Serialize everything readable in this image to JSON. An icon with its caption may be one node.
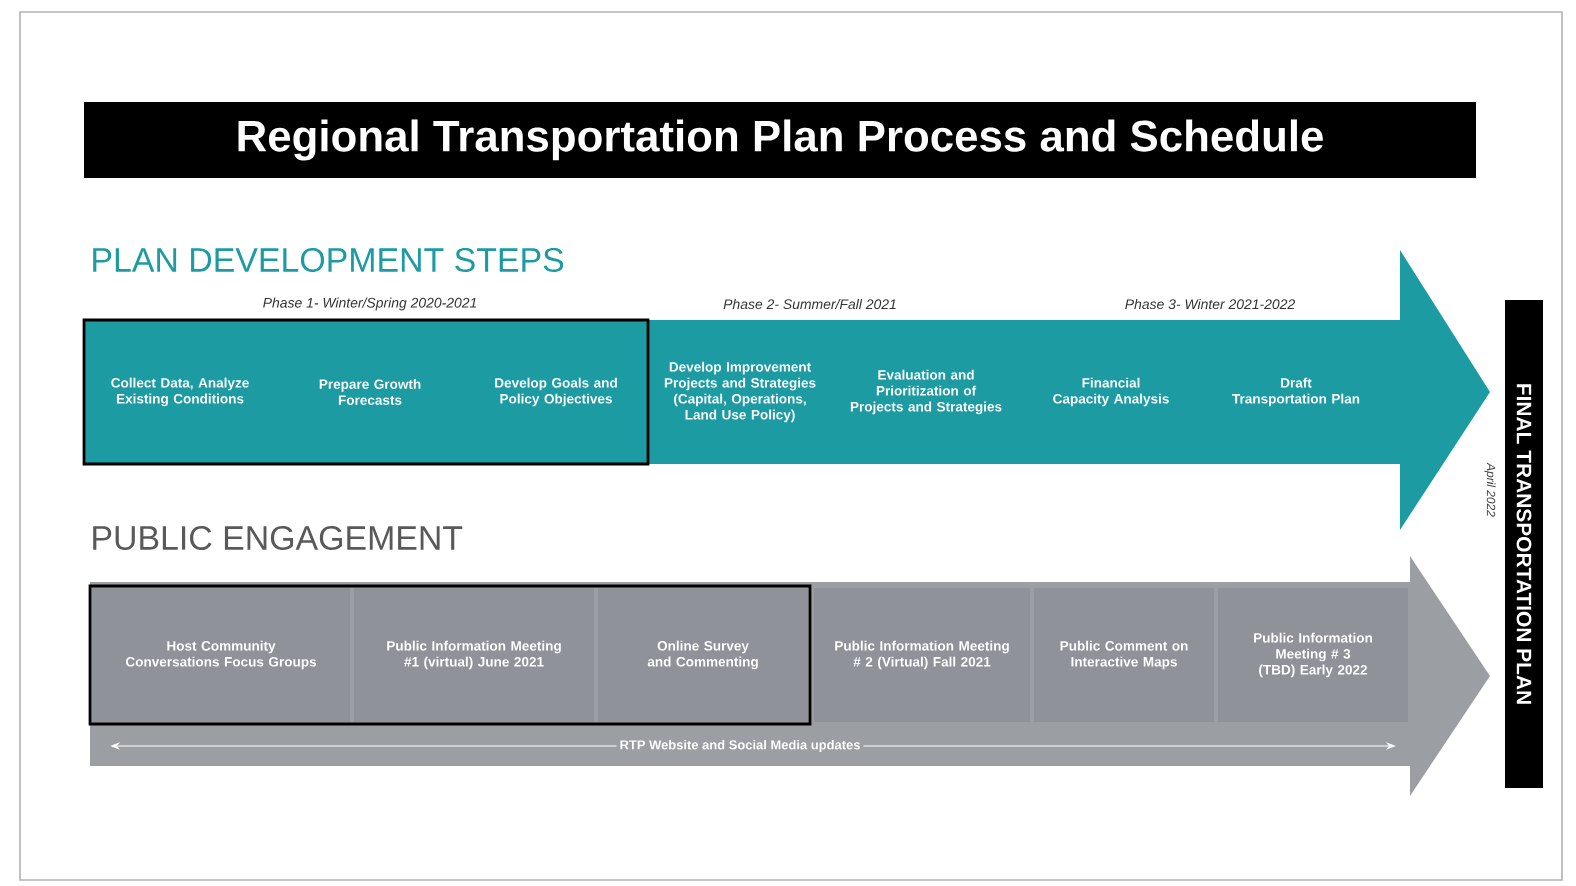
{
  "diagram": {
    "title": "Regional Transportation Plan Process and Schedule",
    "nodes": [
      {
        "text": [
          "Collect Data, Analyze Existing Conditions"
        ]
      },
      {
        "text": [
          "Prepare Growth Forecasts"
        ]
      },
      {
        "text": [
          "Develop Goals and Policy Objectives"
        ]
      },
      {
        "text": [
          "Develop Improvement Projects and Strategies (Capital, Operations, Land Use Policy)"
        ]
      },
      {
        "text": [
          "Evaluation and Prioritization of Projects and Strategies"
        ]
      },
      {
        "text": [
          "Financial Capacity Analysis"
        ]
      },
      {
        "text": [
          "Draft Transportation Plan"
        ]
      },
      {
        "text": [
          "Host Community Conversations Focus Groups"
        ]
      },
      {
        "text": [
          "Public Information Meeting #1 (virtual) June 2021"
        ]
      },
      {
        "text": [
          "Online Survey and Commenting"
        ]
      },
      {
        "text": [
          "Public Information Meeting # 2 (Virtual) Fall 2021"
        ]
      },
      {
        "text": [
          "Public Comment on Interactive Maps"
        ]
      },
      {
        "text": [
          "Public Information Meeting # 3 (TBD) Early 2022"
        ]
      },
      {
        "text": [
          "FINAL TRANSPORTATION PLAN"
        ],
        "beside": [
          "April 2022"
        ]
      }
    ],
    "labels": [
      "PLAN DEVELOPMENT STEPS",
      "Phase 1- Winter/Spring 2020-2021",
      "Phase 2- Summer/Fall 2021",
      "Phase 3- Winter 2021-2022",
      "PUBLIC ENGAGEMENT",
      "RTP Website and Social Media updates"
    ]
  }
}
